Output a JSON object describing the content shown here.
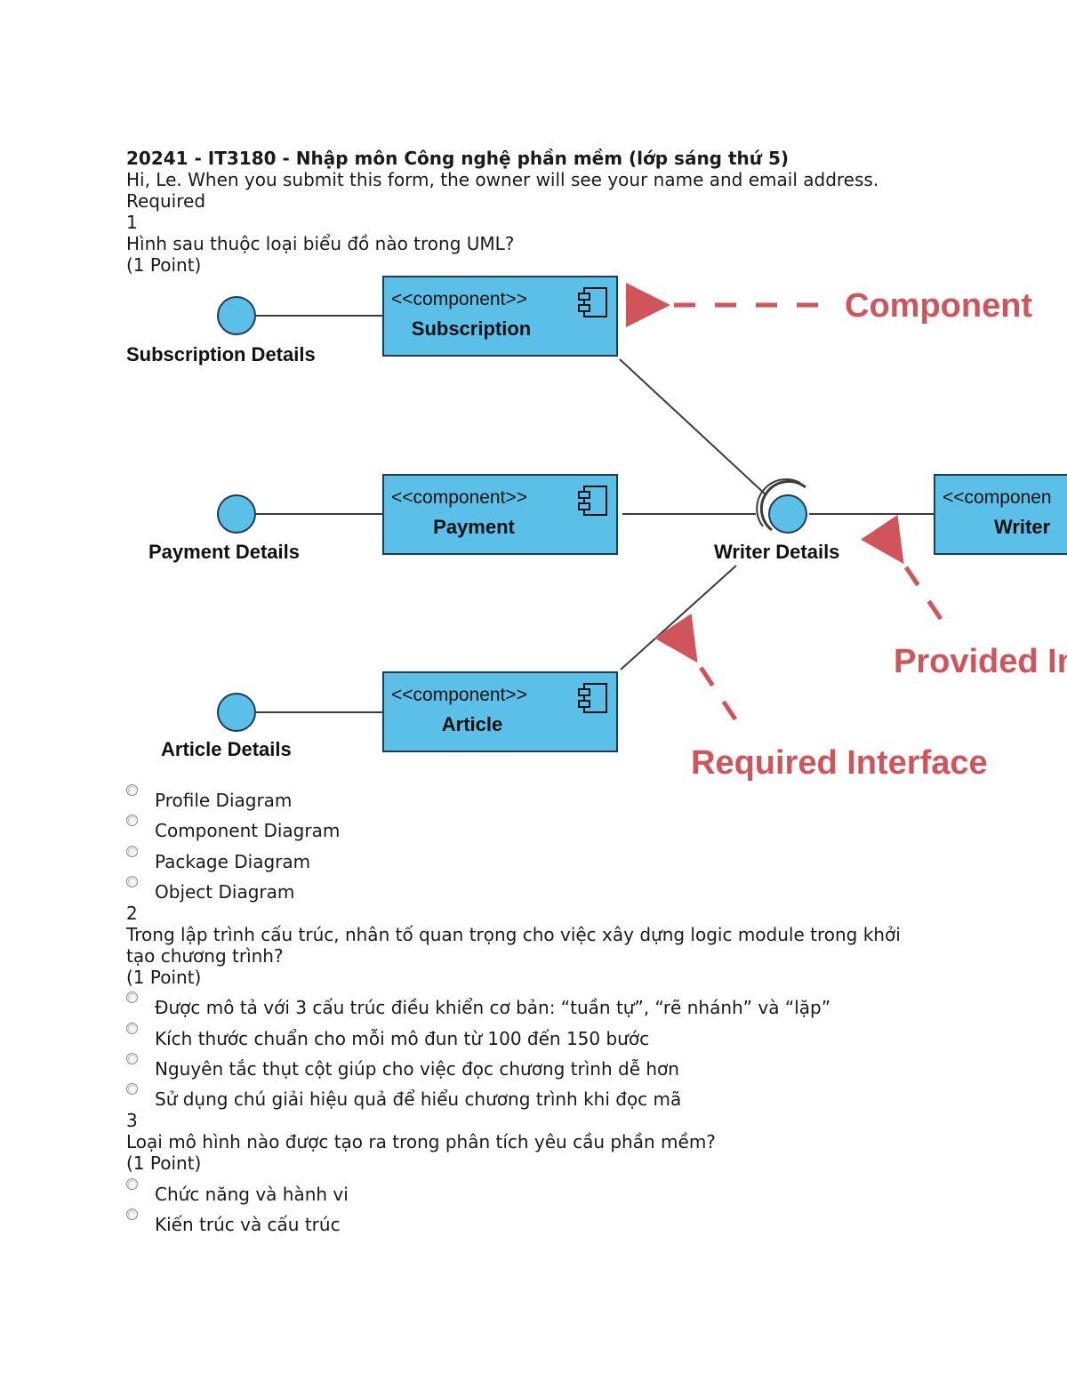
{
  "form": {
    "title": "20241 - IT3180 - Nhập môn Công nghệ phần mềm (lớp sáng thứ 5)",
    "notice": "Hi, Le. When you submit this form, the owner will see your name and email address.",
    "required": "Required"
  },
  "questions": [
    {
      "number": "1",
      "text_lines": [
        "Hình sau thuộc loại biểu đồ nào trong UML?"
      ],
      "points": "(1 Point)",
      "options": [
        "Profile Diagram",
        "Component Diagram",
        "Package Diagram",
        "Object Diagram"
      ]
    },
    {
      "number": "2",
      "text_lines": [
        "Trong lập trình cấu trúc, nhân tố quan trọng cho việc xây dựng logic module trong khởi",
        "tạo chương trình?"
      ],
      "points": "(1 Point)",
      "options": [
        "Được mô tả với 3 cấu trúc điều khiển cơ bản: “tuần tự”, “rẽ nhánh” và “lặp”",
        "Kích thước chuẩn cho mỗi mô đun từ 100 đến 150 bước",
        "Nguyên tắc thụt cột giúp cho việc đọc chương trình dễ hơn",
        "Sử dụng chú giải hiệu quả để hiểu chương trình khi đọc mã"
      ]
    },
    {
      "number": "3",
      "text_lines": [
        "Loại mô hình nào được tạo ra trong phân tích yêu cầu phần mềm?"
      ],
      "points": "(1 Point)",
      "options": [
        "Chức năng và hành vi",
        "Kiến trúc và cấu trúc"
      ]
    }
  ],
  "diagram": {
    "stereotype": "<<component>>",
    "stereotype_cut": "<<componen",
    "components": [
      "Subscription",
      "Payment",
      "Article",
      "Writer"
    ],
    "interfaces": [
      "Subscription Details",
      "Payment Details",
      "Article Details",
      "Writer Details"
    ],
    "callouts": {
      "component": "Component",
      "provided": "Provided In",
      "required": "Required Interface"
    },
    "colors": {
      "component_fill": "#5bc0e8",
      "component_border": "#1f3b56",
      "callout": "#d0555b",
      "connector": "#3c3c3c"
    }
  }
}
